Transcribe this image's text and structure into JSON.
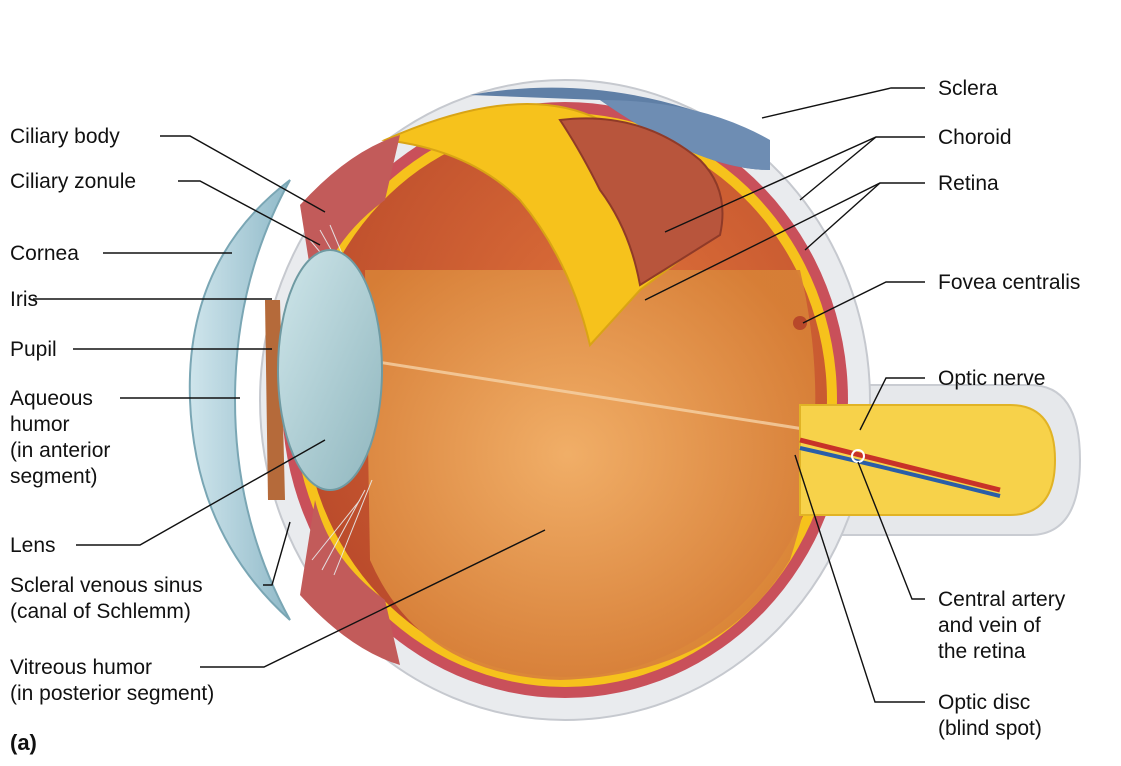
{
  "panel_label": "(a)",
  "labels": {
    "ciliary_body": [
      "Ciliary body"
    ],
    "ciliary_zonule": [
      "Ciliary zonule"
    ],
    "cornea": [
      "Cornea"
    ],
    "iris": [
      "Iris"
    ],
    "pupil": [
      "Pupil"
    ],
    "aqueous_humor": [
      "Aqueous",
      "humor",
      "(in anterior",
      "segment)"
    ],
    "lens": [
      "Lens"
    ],
    "scleral_venous_sinus": [
      "Scleral venous sinus",
      "(canal of Schlemm)"
    ],
    "vitreous_humor": [
      "Vitreous humor",
      "(in posterior segment)"
    ],
    "sclera": [
      "Sclera"
    ],
    "choroid": [
      "Choroid"
    ],
    "retina": [
      "Retina"
    ],
    "fovea_centralis": [
      "Fovea centralis"
    ],
    "optic_nerve": [
      "Optic nerve"
    ],
    "central_artery_vein": [
      "Central artery",
      "and vein of",
      "the retina"
    ],
    "optic_disc": [
      "Optic disc",
      "(blind spot)"
    ]
  },
  "colors": {
    "sclera": "#e9ebee",
    "sclera_cut": "#5f7fa6",
    "choroid": "#c9505a",
    "retina": "#f6c21c",
    "vitreous": "#e39a4f",
    "cornea": "#a9ccd7",
    "lens": "#9fc2c8",
    "iris": "#b56a3a",
    "optic_nerve": "#f7d24a",
    "artery": "#c83228",
    "vein": "#2a5ea8"
  }
}
